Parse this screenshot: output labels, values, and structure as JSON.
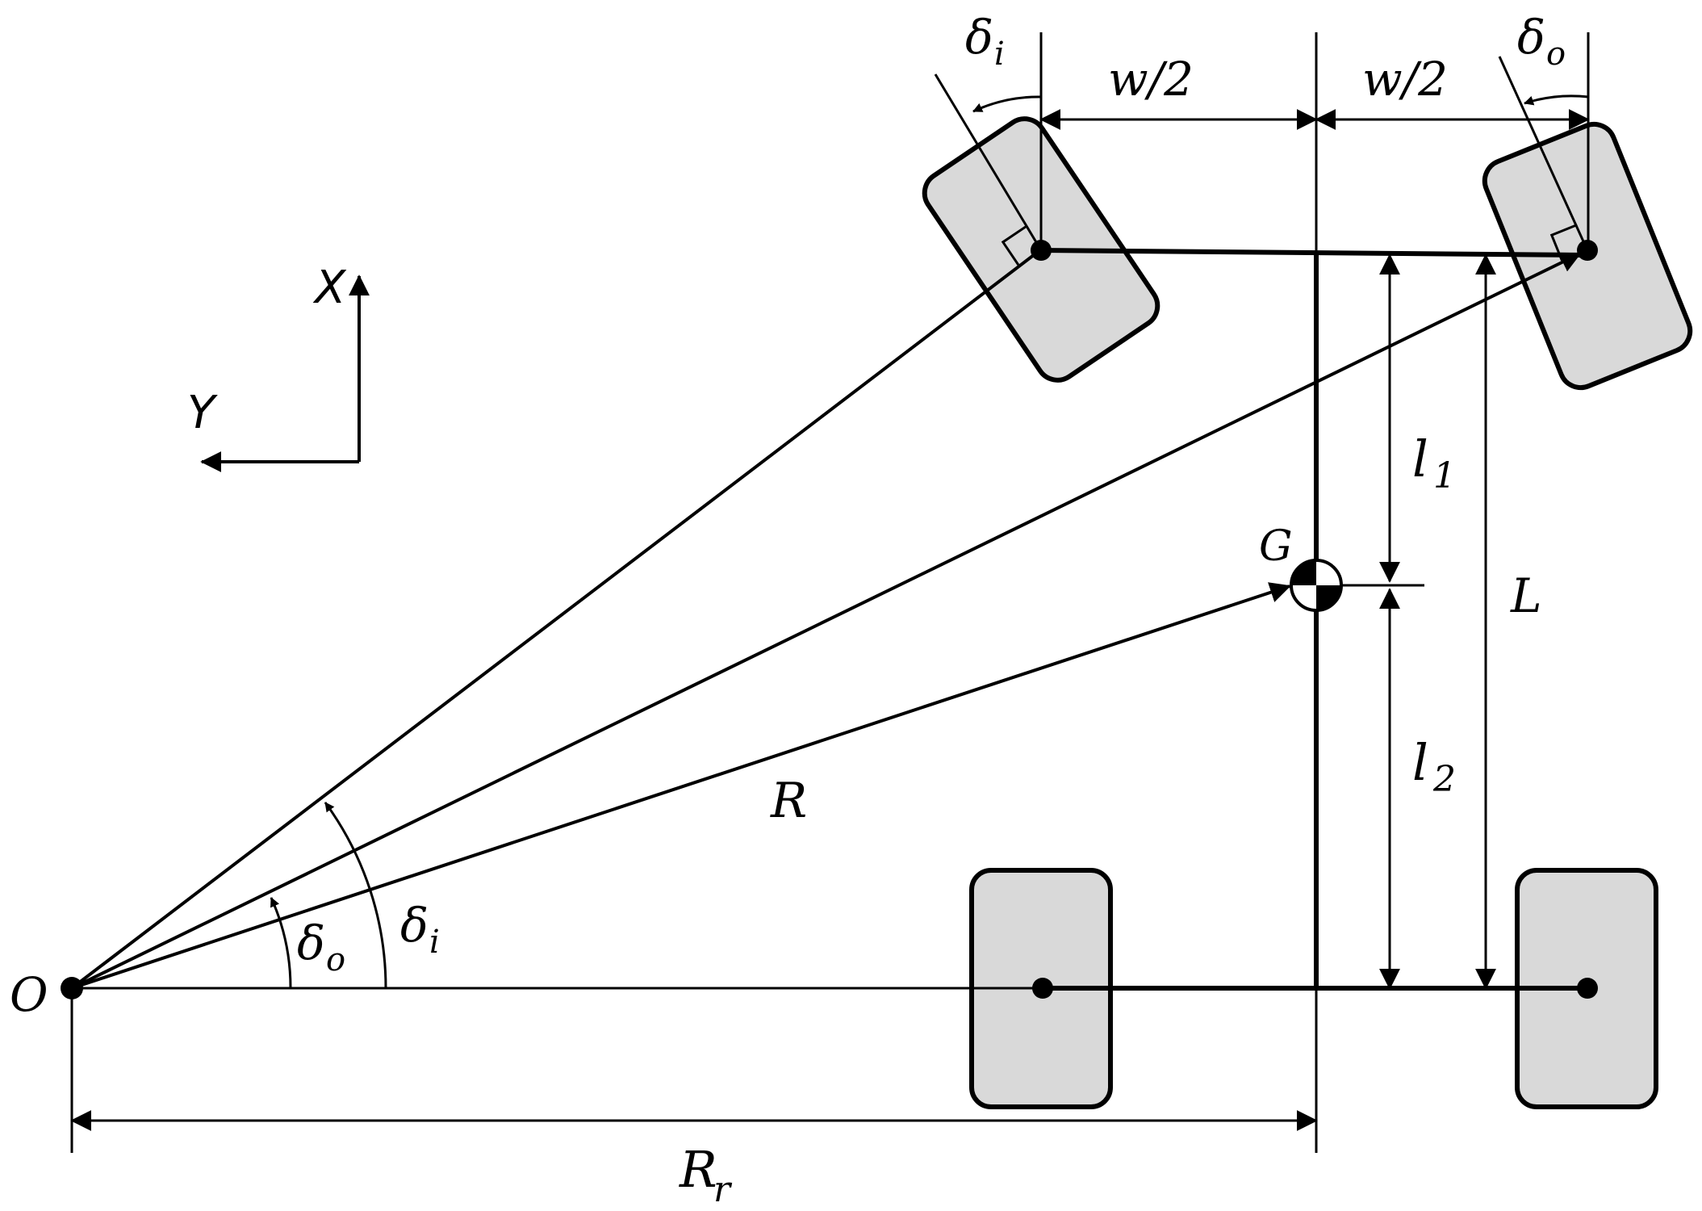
{
  "labels": {
    "origin": "O",
    "axis_x": "X",
    "axis_y": "Y",
    "cg": "G",
    "radius_cg": "R",
    "wheelbase": "L",
    "l1_base": "l",
    "l1_sub": "1",
    "l2_base": "l",
    "l2_sub": "2",
    "half_track_left": "w/2",
    "half_track_right": "w/2",
    "delta_base": "δ",
    "delta_i_sub": "i",
    "delta_o_sub": "o",
    "rear_radius_base": "R",
    "rear_radius_sub": "r"
  }
}
